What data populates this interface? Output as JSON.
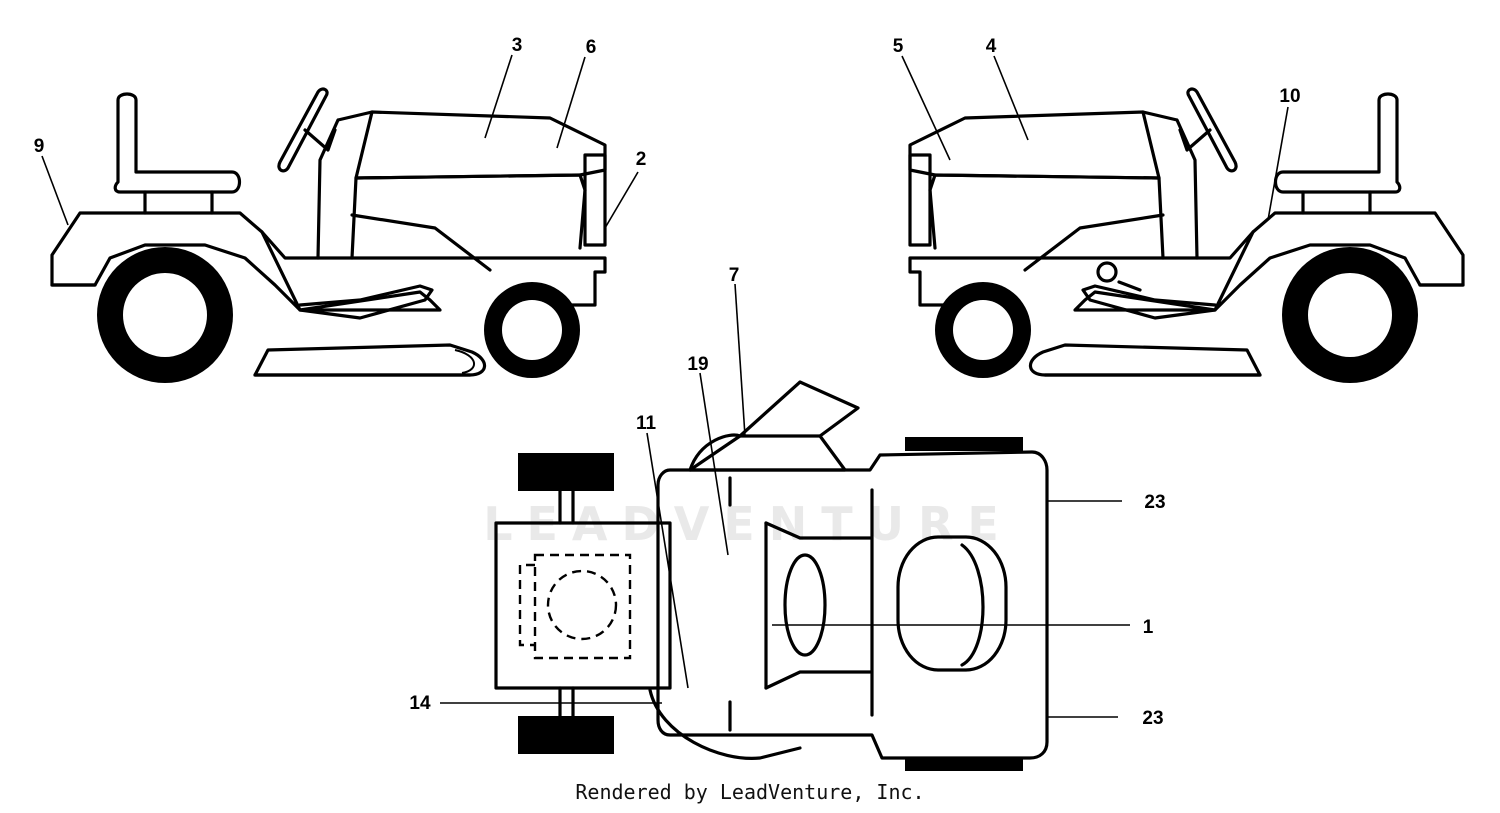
{
  "watermark": "LEADVENTURE",
  "credit": "Rendered by LeadVenture, Inc.",
  "callouts": {
    "c1": "1",
    "c2": "2",
    "c3": "3",
    "c4": "4",
    "c5": "5",
    "c6": "6",
    "c7": "7",
    "c9": "9",
    "c10": "10",
    "c11": "11",
    "c14": "14",
    "c19": "19",
    "c23a": "23",
    "c23b": "23"
  }
}
